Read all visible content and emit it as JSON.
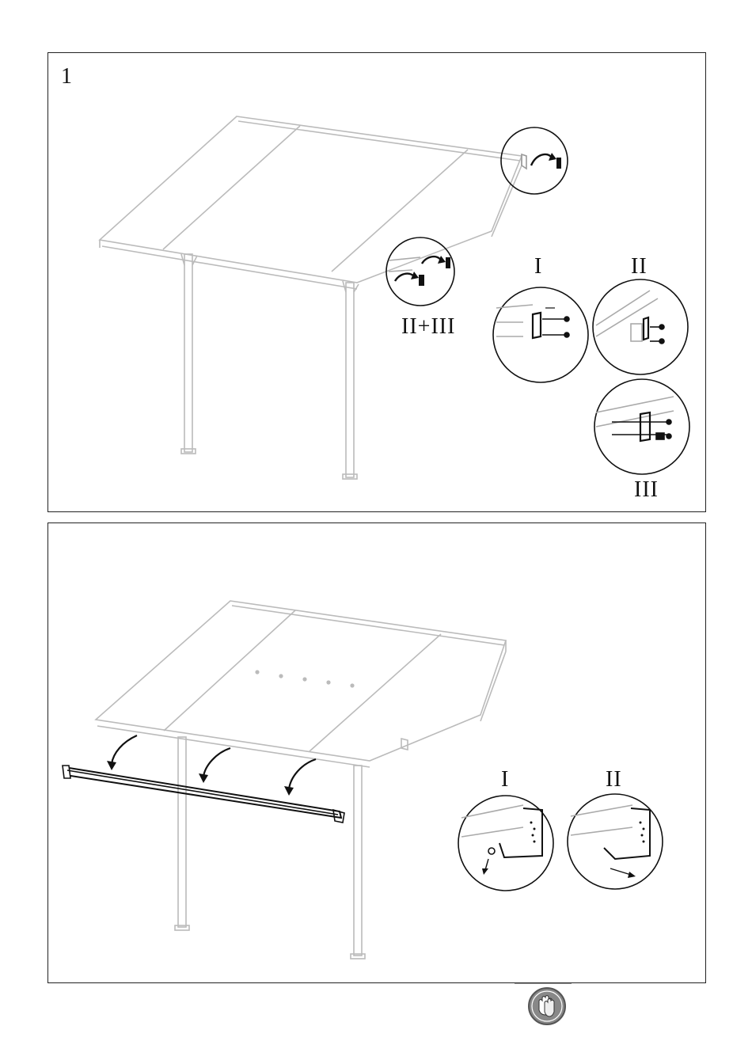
{
  "panel1": {
    "step_number": "1",
    "labels": {
      "combo": "II+III",
      "detail_i": "I",
      "detail_ii": "II",
      "detail_iii": "III"
    }
  },
  "panel2": {
    "labels": {
      "detail_i": "I",
      "detail_ii": "II"
    }
  },
  "footer": {
    "safety_icon": "gloves-icon"
  }
}
